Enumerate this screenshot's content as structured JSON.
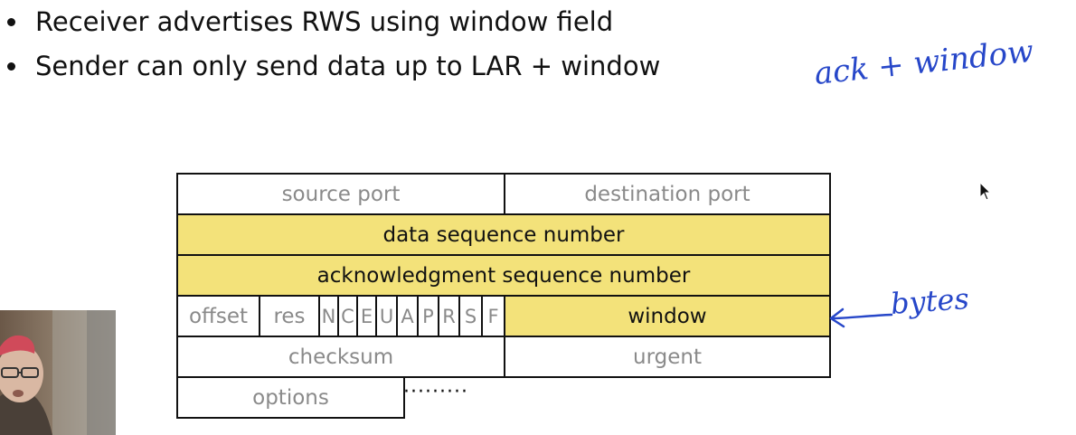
{
  "bullets": [
    "Receiver advertises RWS using window field",
    "Sender can only send data up to LAR + window"
  ],
  "header": {
    "source_port": "source port",
    "destination_port": "destination port",
    "data_sequence_number": "data sequence number",
    "ack_sequence_number": "acknowledgment sequence number",
    "offset": "offset",
    "res": "res",
    "flags": [
      "N",
      "C",
      "E",
      "U",
      "A",
      "P",
      "R",
      "S",
      "F"
    ],
    "window": "window",
    "checksum": "checksum",
    "urgent": "urgent",
    "options": "options",
    "continuation": "·········"
  },
  "annotations": {
    "ack_window": "ack + window",
    "bytes": "bytes"
  },
  "colors": {
    "highlight": "#f3e27a",
    "border": "#111111",
    "muted_text": "#8a8a8a",
    "ink": "#2747c9"
  },
  "icons": {
    "cursor": "mouse-pointer-icon",
    "arrow": "hand-drawn-left-arrow-icon"
  }
}
